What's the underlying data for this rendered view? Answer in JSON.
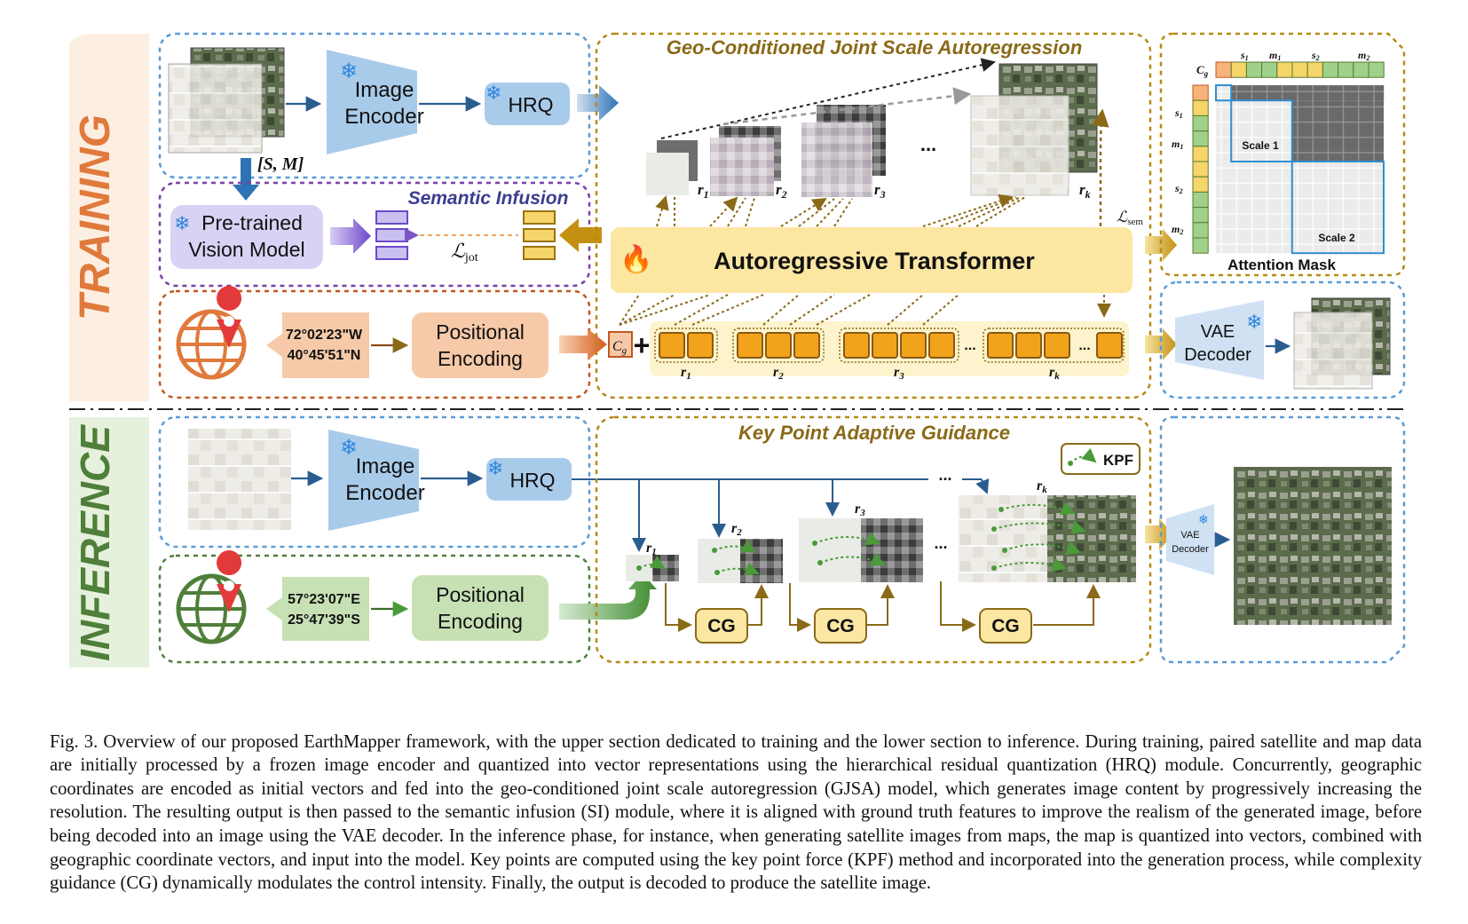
{
  "phases": {
    "training": "TRAINING",
    "inference": "INFERENCE"
  },
  "training": {
    "image_encoder": [
      "Image",
      "Encoder"
    ],
    "hrq": "HRQ",
    "sm_label": "[S, M]",
    "pretrained": [
      "Pre-trained",
      "Vision Model"
    ],
    "semantic_infusion": "Semantic Infusion",
    "l_jot": "ℒ",
    "l_jot_sub": "jot",
    "coords": [
      "72°02'23\"W",
      "40°45'51\"N"
    ],
    "positional": [
      "Positional",
      "Encoding"
    ],
    "gjsa_title": "Geo-Conditioned Joint Scale Autoregression",
    "ar_transformer": "Autoregressive Transformer",
    "l_sem": "ℒ",
    "l_sem_sub": "sem",
    "cg_token": "C",
    "cg_token_sub": "g",
    "plus": "+",
    "ellipsis": "...",
    "scale_labels": [
      {
        "main": "r",
        "sub": "1"
      },
      {
        "main": "r",
        "sub": "2"
      },
      {
        "main": "r",
        "sub": "3"
      },
      {
        "main": "r",
        "sub": "k"
      }
    ],
    "attention": {
      "cg": "C",
      "cg_sub": "g",
      "top_labels": [
        {
          "main": "s",
          "sub": "1"
        },
        {
          "main": "m",
          "sub": "1"
        },
        {
          "main": "s",
          "sub": "2"
        },
        {
          "main": "m",
          "sub": "2"
        }
      ],
      "left_labels": [
        {
          "main": "s",
          "sub": "1"
        },
        {
          "main": "m",
          "sub": "1"
        },
        {
          "main": "s",
          "sub": "2"
        },
        {
          "main": "m",
          "sub": "2"
        }
      ],
      "scale1": "Scale 1",
      "scale2": "Scale 2",
      "title": "Attention Mask"
    },
    "vae_decoder": [
      "VAE",
      "Decoder"
    ]
  },
  "inference": {
    "image_encoder": [
      "Image",
      "Encoder"
    ],
    "hrq": "HRQ",
    "coords": [
      "57°23'07\"E",
      "25°47'39\"S"
    ],
    "positional": [
      "Positional",
      "Encoding"
    ],
    "kpag_title": "Key Point Adaptive Guidance",
    "kpf": "KPF",
    "cg": "CG",
    "ellipsis": "...",
    "vae_decoder": [
      "VAE",
      "Decoder"
    ]
  },
  "caption": "Fig. 3.  Overview of our proposed EarthMapper framework, with the upper section dedicated to training and the lower section to inference. During training, paired satellite and map data are initially processed by a frozen image encoder and quantized into vector representations using the hierarchical residual quantization (HRQ) module. Concurrently, geographic coordinates are encoded as initial vectors and fed into the geo-conditioned joint scale autoregression (GJSA) model, which generates image content by progressively increasing the resolution. The resulting output is then passed to the semantic infusion (SI) module, where it is aligned with ground truth features to improve the realism of the generated image, before being decoded into an image using the VAE decoder. In the inference phase, for instance, when generating satellite images from maps, the map is quantized into vectors, combined with geographic coordinate vectors, and input into the model. Key points are computed using the key point force (KPF) method and incorporated into the generation process, while complexity guidance (CG) dynamically modulates the control intensity. Finally, the output is decoded to produce the satellite image.",
  "colors": {
    "training_accent": "#e07a3c",
    "inference_accent": "#4f7f3a",
    "blue_box": "#a9cbea",
    "purple_box": "#d9d2f4",
    "yellow_box": "#fbe6a2",
    "orange_box": "#f6c9a8",
    "green_box": "#c7e0b4",
    "token_orange": "#f2a31c",
    "gold_dash": "#b58a14"
  }
}
